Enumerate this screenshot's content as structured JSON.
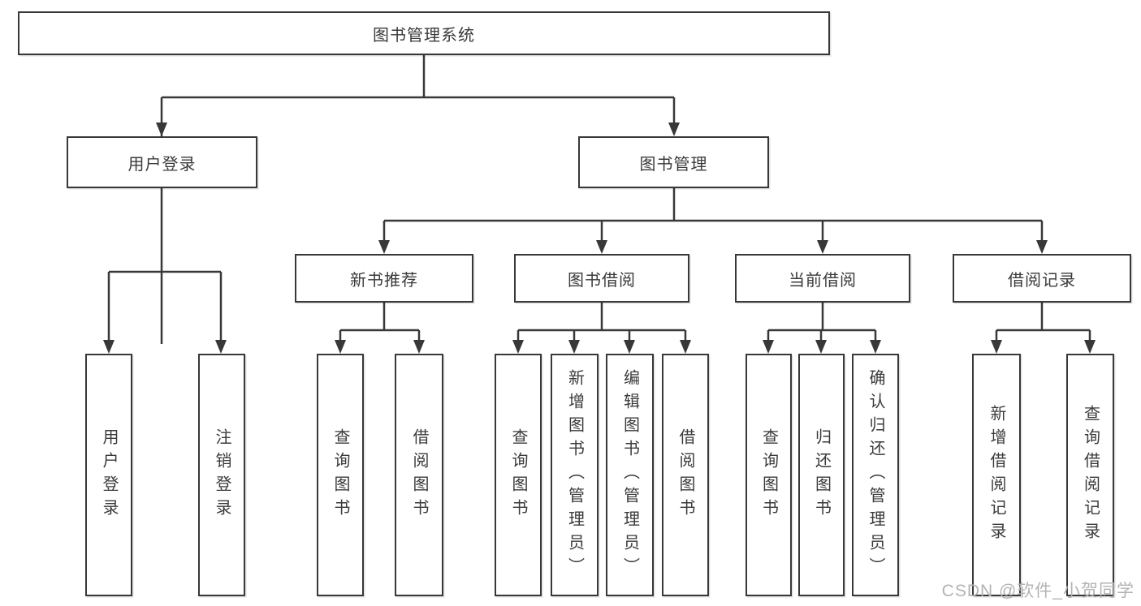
{
  "diagram": {
    "title": "图书管理系统",
    "nodes": {
      "root": {
        "label": "图书管理系统"
      },
      "level1": [
        {
          "label": "用户登录",
          "parent": "图书管理系统"
        },
        {
          "label": "图书管理",
          "parent": "图书管理系统"
        }
      ],
      "level2": [
        {
          "label": "新书推荐",
          "parent": "图书管理"
        },
        {
          "label": "图书借阅",
          "parent": "图书管理"
        },
        {
          "label": "当前借阅",
          "parent": "图书管理"
        },
        {
          "label": "借阅记录",
          "parent": "图书管理"
        }
      ],
      "leaves": [
        {
          "label": "用户登录",
          "parent": "用户登录"
        },
        {
          "label": "注销登录",
          "parent": "用户登录"
        },
        {
          "label": "查询图书",
          "parent": "新书推荐"
        },
        {
          "label": "借阅图书",
          "parent": "新书推荐"
        },
        {
          "label": "查询图书",
          "parent": "图书借阅"
        },
        {
          "label": "新增图书（管理员）",
          "parent": "图书借阅"
        },
        {
          "label": "编辑图书（管理员）",
          "parent": "图书借阅"
        },
        {
          "label": "借阅图书",
          "parent": "图书借阅"
        },
        {
          "label": "查询图书",
          "parent": "当前借阅"
        },
        {
          "label": "归还图书",
          "parent": "当前借阅"
        },
        {
          "label": "确认归还（管理员）",
          "parent": "当前借阅"
        },
        {
          "label": "新增借阅记录",
          "parent": "借阅记录"
        },
        {
          "label": "查询借阅记录",
          "parent": "借阅记录"
        }
      ]
    },
    "colors": {
      "line": "#383838",
      "text": "#3a3a3a",
      "background": "#ffffff",
      "watermark": "#b3b3b3"
    }
  },
  "watermark": {
    "text": "CSDN @软件_小贺同学"
  }
}
